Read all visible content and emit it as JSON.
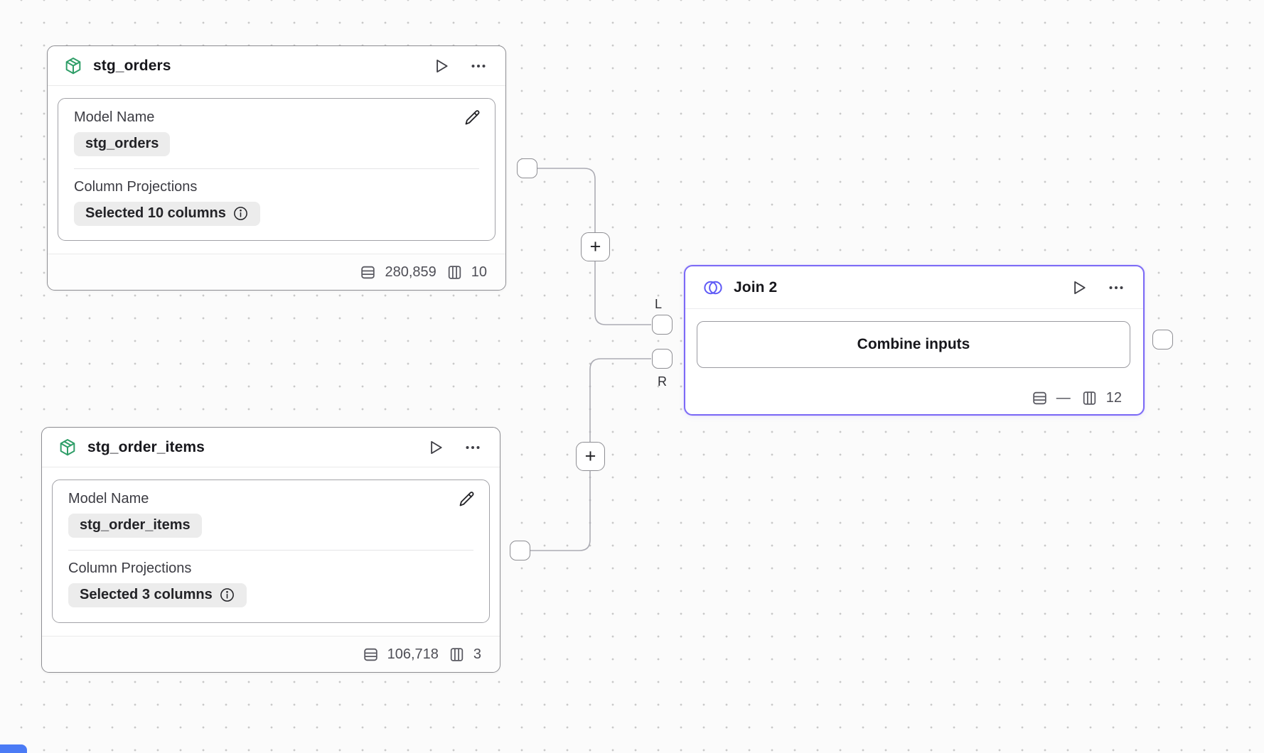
{
  "nodes": {
    "model_a": {
      "title": "stg_orders",
      "model_name_label": "Model Name",
      "model_name_value": "stg_orders",
      "column_projections_label": "Column Projections",
      "column_projections_value": "Selected 10 columns",
      "row_count": "280,859",
      "column_count": "10"
    },
    "model_b": {
      "title": "stg_order_items",
      "model_name_label": "Model Name",
      "model_name_value": "stg_order_items",
      "column_projections_label": "Column Projections",
      "column_projections_value": "Selected 3 columns",
      "row_count": "106,718",
      "column_count": "3"
    },
    "join": {
      "title": "Join 2",
      "combine_button_label": "Combine inputs",
      "row_count": "—",
      "column_count": "12"
    }
  },
  "edges": {
    "left_port_label": "L",
    "right_port_label": "R",
    "add_step_label": "+"
  },
  "colors": {
    "model_icon_green": "#2F9E68",
    "join_accent": "#7C6AF6",
    "join_icon_blue": "#5F5AF6",
    "edge_gray": "#ACACB4",
    "canvas_dot": "#C9C9C9",
    "scroll_thumb_blue": "#4B7BF5"
  }
}
